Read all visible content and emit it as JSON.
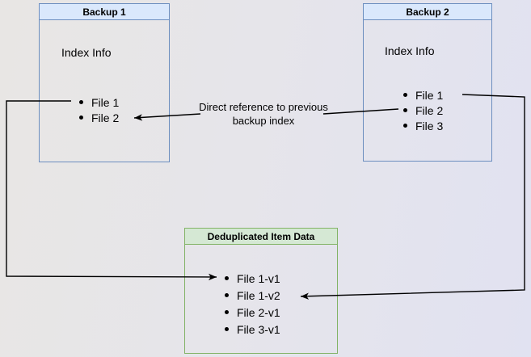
{
  "boxes": {
    "backup1": {
      "title": "Backup 1",
      "subtitle": "Index Info",
      "items": [
        "File 1",
        "File 2"
      ]
    },
    "backup2": {
      "title": "Backup 2",
      "subtitle": "Index Info",
      "items": [
        "File 1",
        "File 2",
        "File 3"
      ]
    },
    "dedup": {
      "title": "Deduplicated Item Data",
      "items": [
        "File 1-v1",
        "File 1-v2",
        "File 2-v1",
        "File 3-v1"
      ]
    }
  },
  "edge_label": "Direct reference to previous backup index",
  "colors": {
    "blue_header_fill": "#dae8fc",
    "blue_border": "#6c8ebf",
    "green_header_fill": "#d5e8d4",
    "green_border": "#82b366",
    "connector": "#000000",
    "text": "#000000",
    "background_left": "#e8e6e4",
    "background_right": "#e1e2f1"
  }
}
